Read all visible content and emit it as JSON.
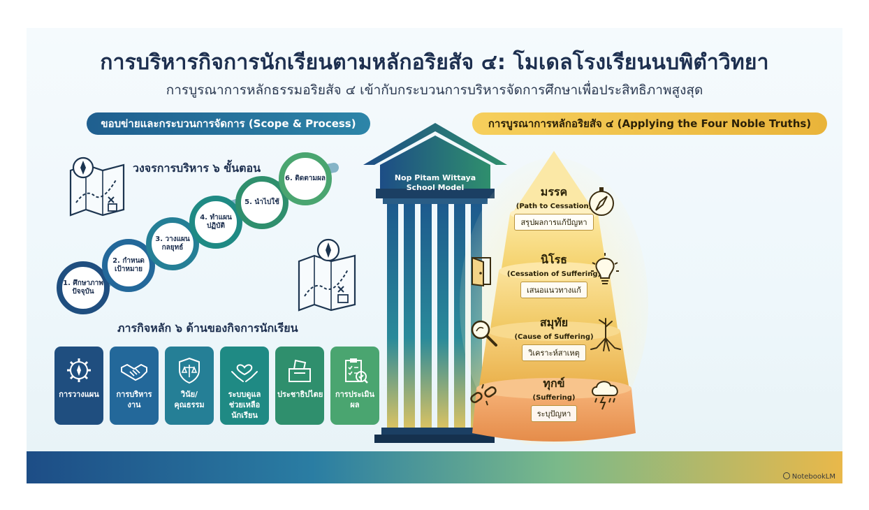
{
  "header": {
    "title": "การบริหารกิจการนักเรียนตามหลักอริยสัจ ๔: โมเดลโรงเรียนนบพิตำวิทยา",
    "subtitle": "การบูรณาการหลักธรรมอริยสัจ ๔ เข้ากับกระบวนการบริหารจัดการศึกษาเพื่อประสิทธิภาพสูงสุด"
  },
  "left": {
    "section_label": "ขอบข่ายและกระบวนการจัดการ (Scope & Process)",
    "cycle_heading": "วงจรการบริหาร ๖ ขั้นตอน",
    "steps": [
      "1. ศึกษาภาพปัจจุบัน",
      "2. กำหนดเป้าหมาย",
      "3. วางแผนกลยุทธ์",
      "4. ทำแผนปฏิบัติ",
      "5. นำไปใช้",
      "6. ติดตามผล"
    ],
    "missions_heading": "ภารกิจหลัก ๖ ด้านของกิจการนักเรียน",
    "missions": [
      {
        "label": "การวางแผน",
        "icon": "gear-compass-icon",
        "color": "#1f4e7f"
      },
      {
        "label": "การบริหารงาน",
        "icon": "handshake-icon",
        "color": "#23689a"
      },
      {
        "label": "วินัย/คุณธรรม",
        "icon": "shield-scales-icon",
        "color": "#257f96"
      },
      {
        "label": "ระบบดูแลช่วยเหลือนักเรียน",
        "icon": "heart-hands-icon",
        "color": "#1f8a84"
      },
      {
        "label": "ประชาธิปไตย",
        "icon": "ballot-box-icon",
        "color": "#2f8f6d"
      },
      {
        "label": "การประเมินผล",
        "icon": "clipboard-check-icon",
        "color": "#4aa570"
      }
    ]
  },
  "center": {
    "pillar_label": "Nop Pitam Wittaya School Model"
  },
  "right": {
    "section_label": "การบูรณาการหลักอริยสัจ ๔ (Applying the Four Noble Truths)",
    "tiers": [
      {
        "name": "มรรค",
        "english": "(Path to Cessation)",
        "action": "สรุปผลการแก้ปัญหา",
        "icon": "compass-icon"
      },
      {
        "name": "นิโรธ",
        "english": "(Cessation of Suffering)",
        "action": "เสนอแนวทางแก้",
        "icon": "lightbulb-icon"
      },
      {
        "name": "สมุทัย",
        "english": "(Cause of Suffering)",
        "action": "วิเคราะห์สาเหตุ",
        "icon": "roots-icon"
      },
      {
        "name": "ทุกข์",
        "english": "(Suffering)",
        "action": "ระบุปัญหา",
        "icon": "storm-cloud-icon"
      }
    ]
  },
  "footer": {
    "brand": "NotebookLM"
  }
}
